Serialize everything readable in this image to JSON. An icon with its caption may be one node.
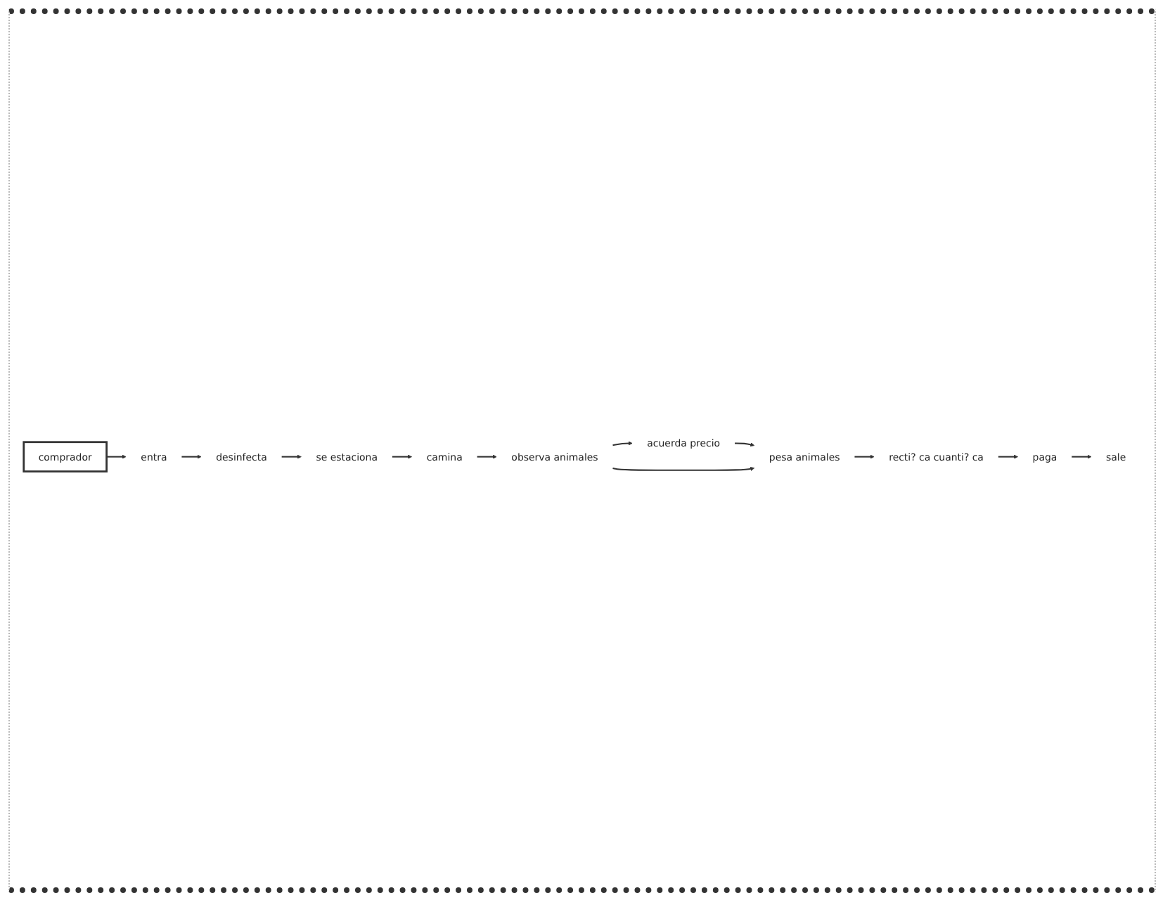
{
  "diagram": {
    "nodes": [
      {
        "text": [
          "comprador"
        ]
      },
      {
        "text": [
          "entra"
        ]
      },
      {
        "text": [
          "desinfecta"
        ]
      },
      {
        "text": [
          "se estaciona"
        ]
      },
      {
        "text": [
          "camina"
        ]
      },
      {
        "text": [
          "observa animales"
        ]
      },
      {
        "text": [
          "acuerda precio"
        ]
      },
      {
        "text": [
          "pesa animales"
        ]
      },
      {
        "text": [
          "recti? ca cuanti? ca"
        ]
      },
      {
        "text": [
          "paga"
        ]
      },
      {
        "text": [
          "sale"
        ]
      }
    ],
    "edges": [
      {
        "from": 0,
        "to": 1,
        "arrow": "to"
      },
      {
        "from": 1,
        "to": 2,
        "arrow": "to"
      },
      {
        "from": 2,
        "to": 3,
        "arrow": "to"
      },
      {
        "from": 3,
        "to": 4,
        "arrow": "to"
      },
      {
        "from": 4,
        "to": 5,
        "arrow": "to"
      },
      {
        "from": 5,
        "to": 6,
        "arrow": "to"
      },
      {
        "from": 6,
        "to": 7,
        "arrow": "to"
      },
      {
        "from": 5,
        "to": 7,
        "arrow": "to"
      },
      {
        "from": 7,
        "to": 8,
        "arrow": "to"
      },
      {
        "from": 8,
        "to": 9,
        "arrow": "to"
      },
      {
        "from": 9,
        "to": 10,
        "arrow": "to"
      }
    ]
  }
}
